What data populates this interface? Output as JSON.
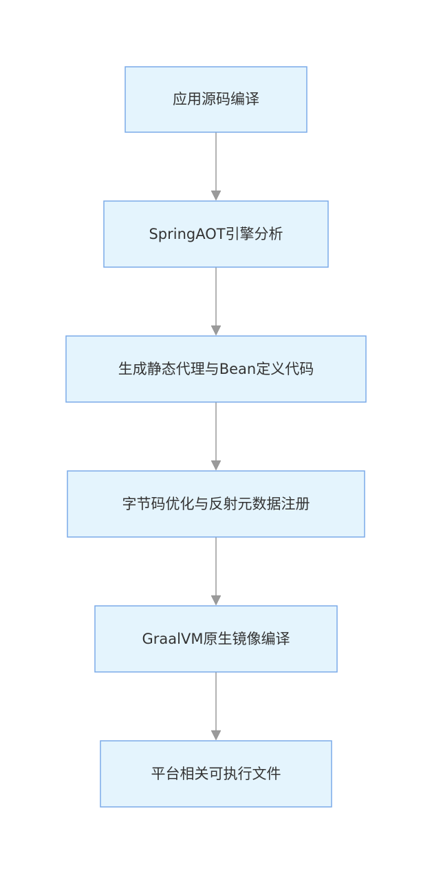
{
  "flowchart": {
    "direction": "top-to-bottom",
    "colors": {
      "node_fill": "#e4f4fd",
      "node_border": "#7aaae8",
      "edge": "#999999",
      "text": "#333333"
    },
    "nodes": [
      {
        "id": "compile-source",
        "label": "应用源码编译"
      },
      {
        "id": "spring-aot",
        "label": "SpringAOT引擎分析"
      },
      {
        "id": "generate-proxies",
        "label": "生成静态代理与Bean定义代码"
      },
      {
        "id": "bytecode-opt",
        "label": "字节码优化与反射元数据注册"
      },
      {
        "id": "graalvm-native",
        "label": "GraalVM原生镜像编译"
      },
      {
        "id": "platform-exe",
        "label": "平台相关可执行文件"
      }
    ],
    "edges": [
      {
        "from": "compile-source",
        "to": "spring-aot"
      },
      {
        "from": "spring-aot",
        "to": "generate-proxies"
      },
      {
        "from": "generate-proxies",
        "to": "bytecode-opt"
      },
      {
        "from": "bytecode-opt",
        "to": "graalvm-native"
      },
      {
        "from": "graalvm-native",
        "to": "platform-exe"
      }
    ]
  }
}
